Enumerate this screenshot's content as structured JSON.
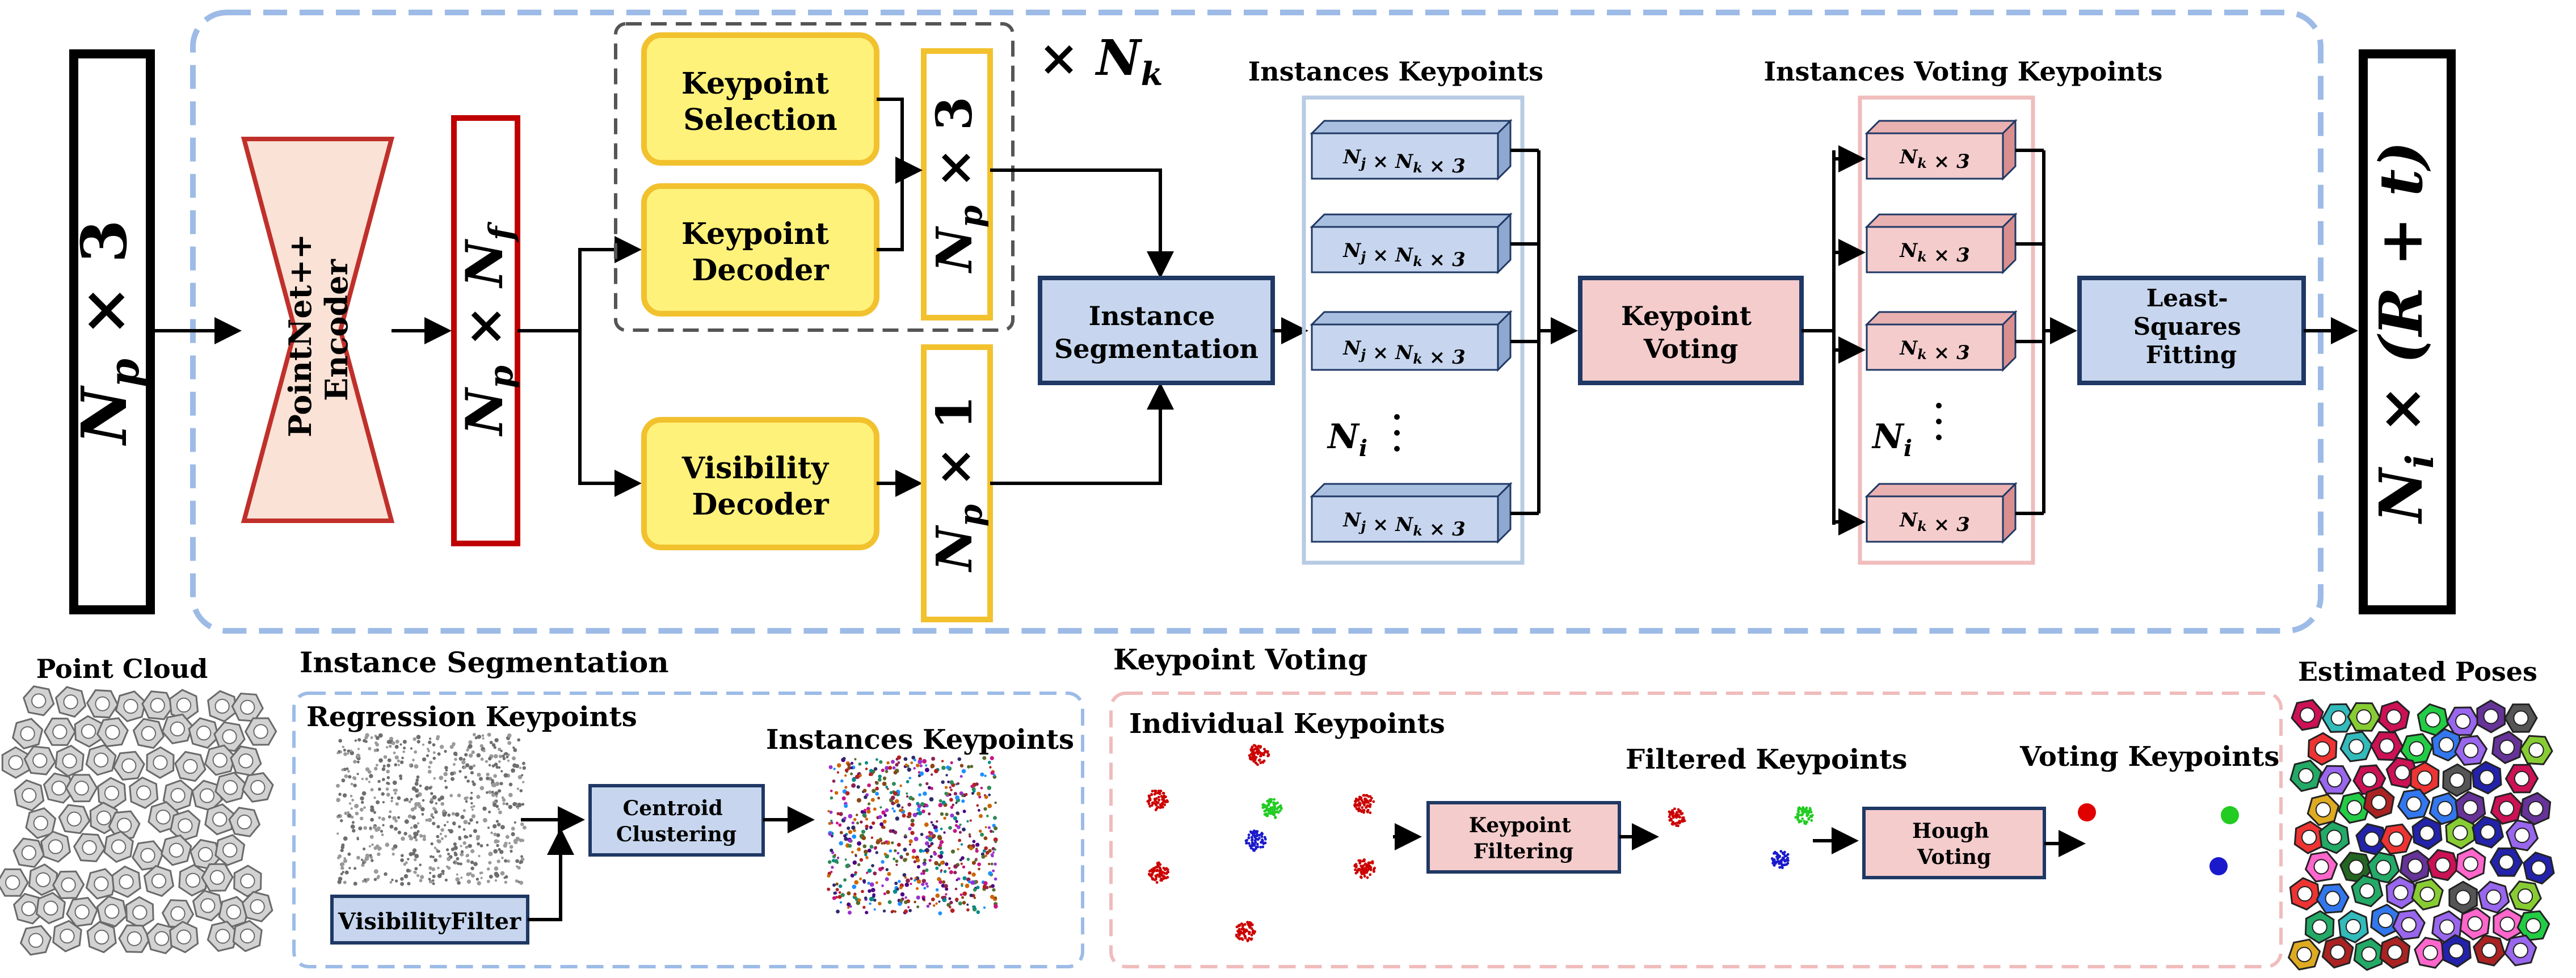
{
  "input": {
    "np": "N",
    "np_sub": "p",
    "times": " × 3"
  },
  "encoder": {
    "line1": "PointNet++",
    "line2": "Encoder"
  },
  "feature": {
    "n": "N",
    "sub_p": "p",
    "times": " × N",
    "sub_f": "f"
  },
  "keypoint_selection": {
    "line1": "Keypoint",
    "line2": "Selection"
  },
  "keypoint_decoder": {
    "line1": "Keypoint",
    "line2": "Decoder"
  },
  "visibility_decoder": {
    "line1": "Visibility",
    "line2": "Decoder"
  },
  "keypoint_output": {
    "n": "N",
    "sub": "p",
    "times": " × 3"
  },
  "visibility_output": {
    "n": "N",
    "sub": "p",
    "times": " × 1"
  },
  "nk_label": {
    "times": "× ",
    "n": "N",
    "sub": "k"
  },
  "instance_segmentation": {
    "line1": "Instance",
    "line2": "Segmentation"
  },
  "instances_keypoints": {
    "title": "Instances Keypoints",
    "item": "N_j × N_k × 3",
    "ni": "N_i"
  },
  "keypoint_voting": {
    "line1": "Keypoint",
    "line2": "Voting"
  },
  "instances_voting_keypoints": {
    "title": "Instances Voting Keypoints",
    "item": "N_k × 3",
    "ni": "N_i"
  },
  "least_squares": {
    "line1": "Least-",
    "line2": "Squares",
    "line3": "Fitting"
  },
  "output": {
    "n": "N",
    "sub": "i",
    "times": " × (R + t)"
  },
  "bottom": {
    "point_cloud": "Point Cloud",
    "instance_segmentation_title": "Instance Segmentation",
    "regression_keypoints": "Regression Keypoints",
    "instances_keypoints": "Instances Keypoints",
    "centroid_clustering": {
      "line1": "Centroid",
      "line2": "Clustering"
    },
    "visibility_filter": "VisibilityFilter",
    "keypoint_voting_title": "Keypoint Voting",
    "individual_keypoints": "Individual Keypoints",
    "keypoint_filtering": {
      "line1": "Keypoint",
      "line2": "Filtering"
    },
    "filtered_keypoints": "Filtered Keypoints",
    "hough_voting": {
      "line1": "Hough",
      "line2": "Voting"
    },
    "voting_keypoints": "Voting Keypoints",
    "estimated_poses": "Estimated Poses"
  },
  "colors": {
    "dashed_blue": "#9dbbe6",
    "dashed_red": "#f0bcbc",
    "yellow_fill": "#fff27a",
    "yellow_stroke": "#f2c12e",
    "blue_fill": "#c7d6ee",
    "navy_stroke": "#1f3864",
    "pink_fill": "#f4cccc",
    "encoder_fill": "#fbe2d6",
    "encoder_stroke": "#c0302b",
    "red_stroke": "#c00000"
  }
}
